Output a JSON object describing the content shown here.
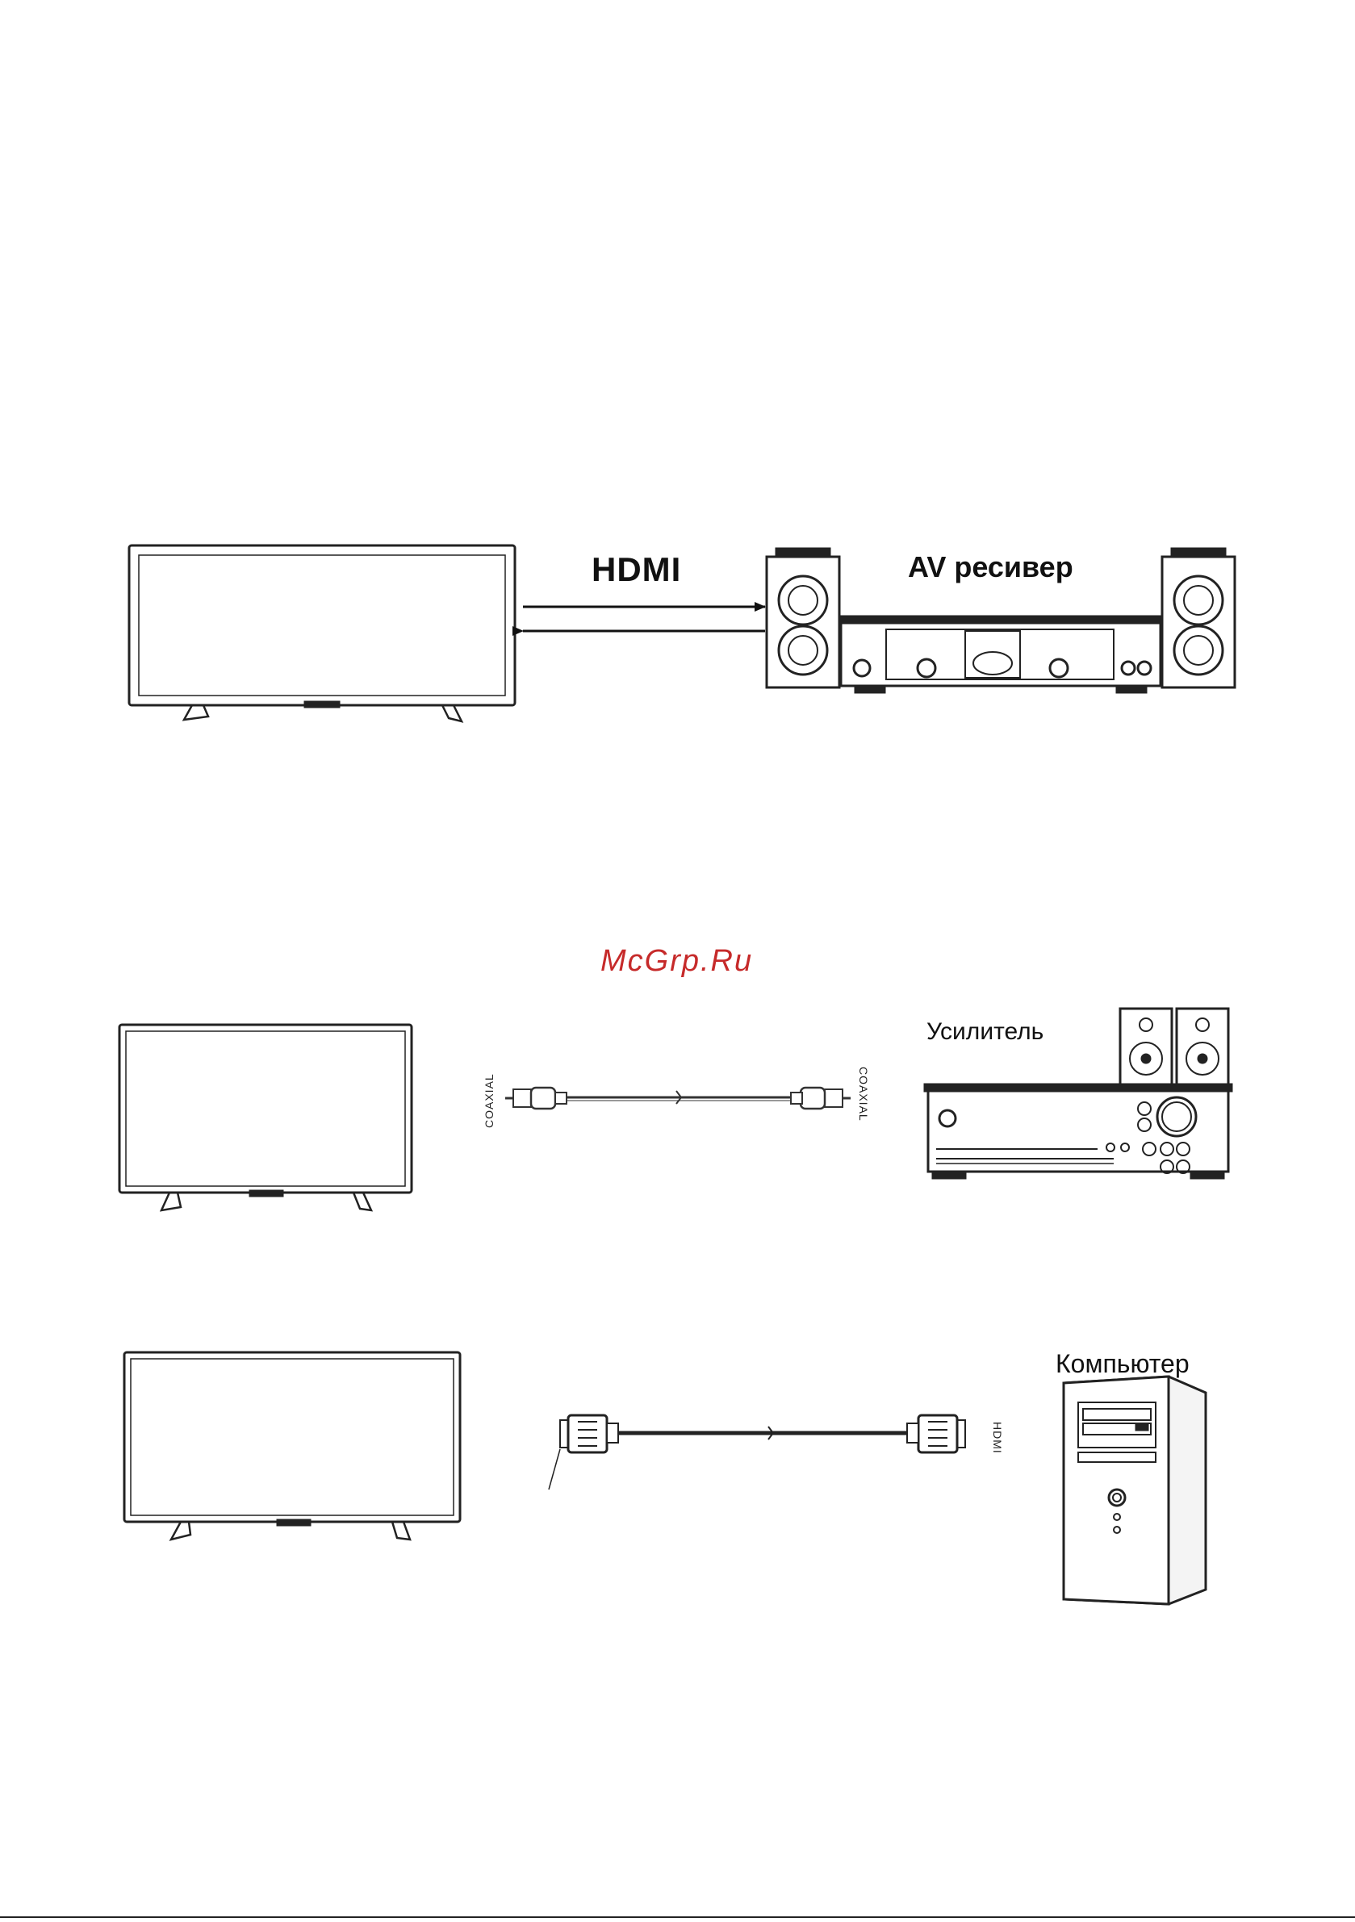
{
  "diagram": {
    "section1": {
      "cable_label": "HDMI",
      "device_label": "AV ресивер"
    },
    "watermark": "McGrp.Ru",
    "section2": {
      "cable_label_left": "COAXIAL",
      "cable_label_right": "COAXIAL",
      "device_label": "Усилитель"
    },
    "section3": {
      "cable_label_right": "HDMI",
      "device_label": "Компьютер"
    }
  }
}
